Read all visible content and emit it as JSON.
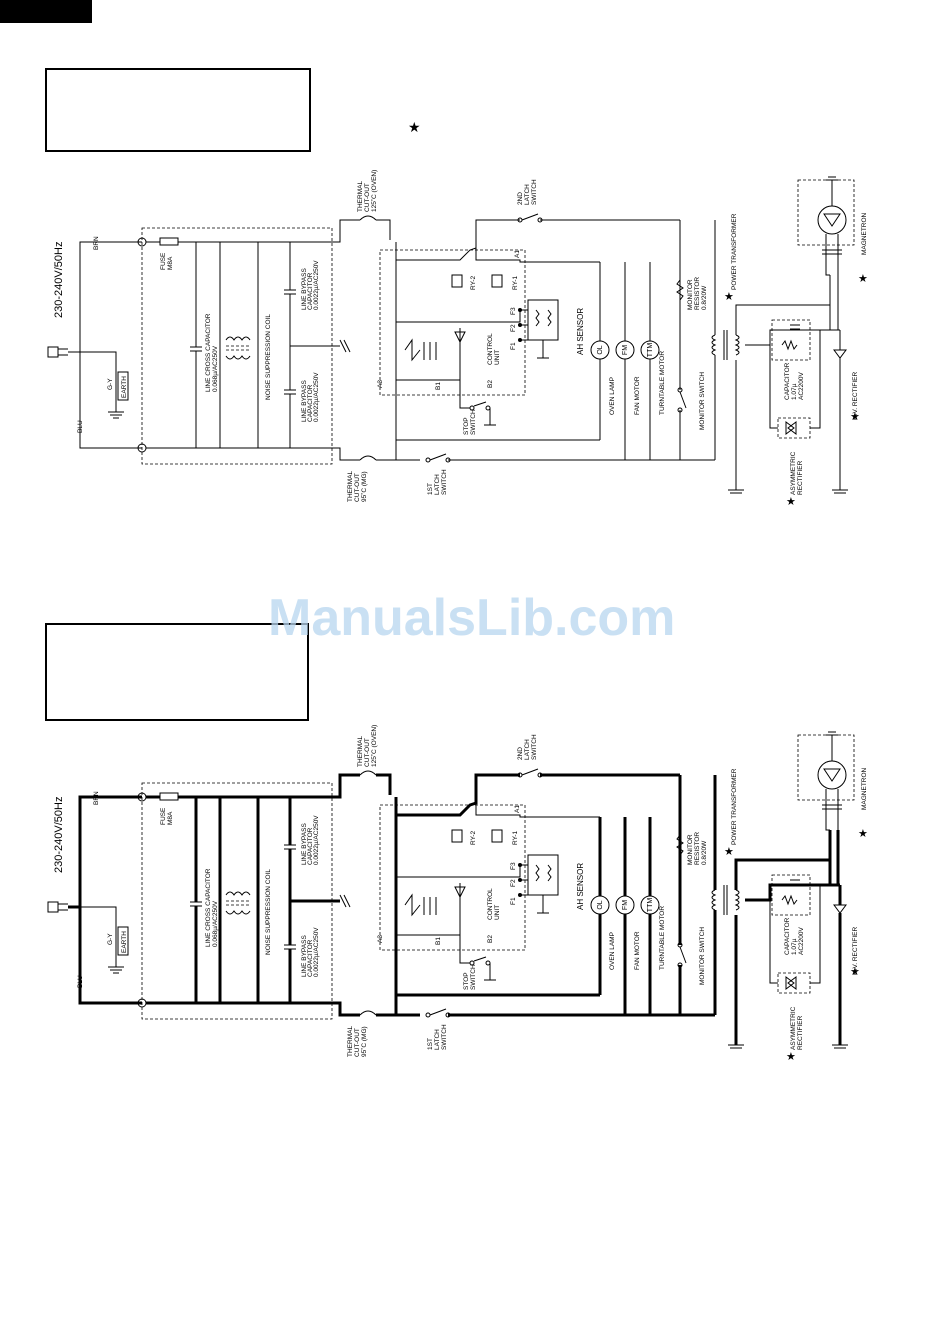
{
  "watermark": "ManualsLib.com",
  "star": "★",
  "notes": {
    "box1": "",
    "box2": ""
  },
  "labels": {
    "supply": "230-240V/50Hz",
    "brn": "BRN",
    "blu": "BLU",
    "gy": "G-Y",
    "earth": "EARTH",
    "fuse": "FUSE",
    "fuse_rating": "M8A",
    "line_cross_cap": "LINE CROSS CAPACITOR",
    "line_cross_cap_rating": "0.068µ/AC250V",
    "noise_coil": "NOISE SUPPRESSION COIL",
    "line_bypass": "LINE BYPASS",
    "capacitor": "CAPACITOR",
    "bypass_rating": "0.0022µ/AC250V",
    "thermal": "THERMAL",
    "cut_out": "CUT-OUT",
    "oven_rating": "125˚C (OVEN)",
    "mg_rating": "95˚C (MG)",
    "latch2": "2ND",
    "latch1": "1ST",
    "latch": "LATCH",
    "switch": "SWITCH",
    "stop": "STOP",
    "control": "CONTROL",
    "unit": "UNIT",
    "ah_sensor": "AH SENSOR",
    "ry1": "RY-1",
    "ry2": "RY-2",
    "a1": "A1",
    "a3": "A3",
    "b1": "B1",
    "b2": "B2",
    "f1": "F1",
    "f2": "F2",
    "f3": "F3",
    "ol": "OL",
    "fm": "FM",
    "ttm": "TTM",
    "oven_lamp": "OVEN LAMP",
    "fan_motor": "FAN MOTOR",
    "turntable_motor": "TURNTABLE MOTOR",
    "monitor_resistor": "MONITOR",
    "resistor": "RESISTOR",
    "monitor_rating": "0.8/20W",
    "monitor_switch": "MONITOR SWITCH",
    "power_transformer": "POWER TRANSFORMER",
    "magnetron": "MAGNETRON",
    "hv_capacitor": "CAPACITOR",
    "hv_cap_rating1": "1.07µ",
    "hv_cap_rating2": "AC2200V",
    "asym": "ASYMMETRIC",
    "rectifier": "RECTIFIER",
    "hv_rectifier": "H.V. RECTIFIER"
  }
}
